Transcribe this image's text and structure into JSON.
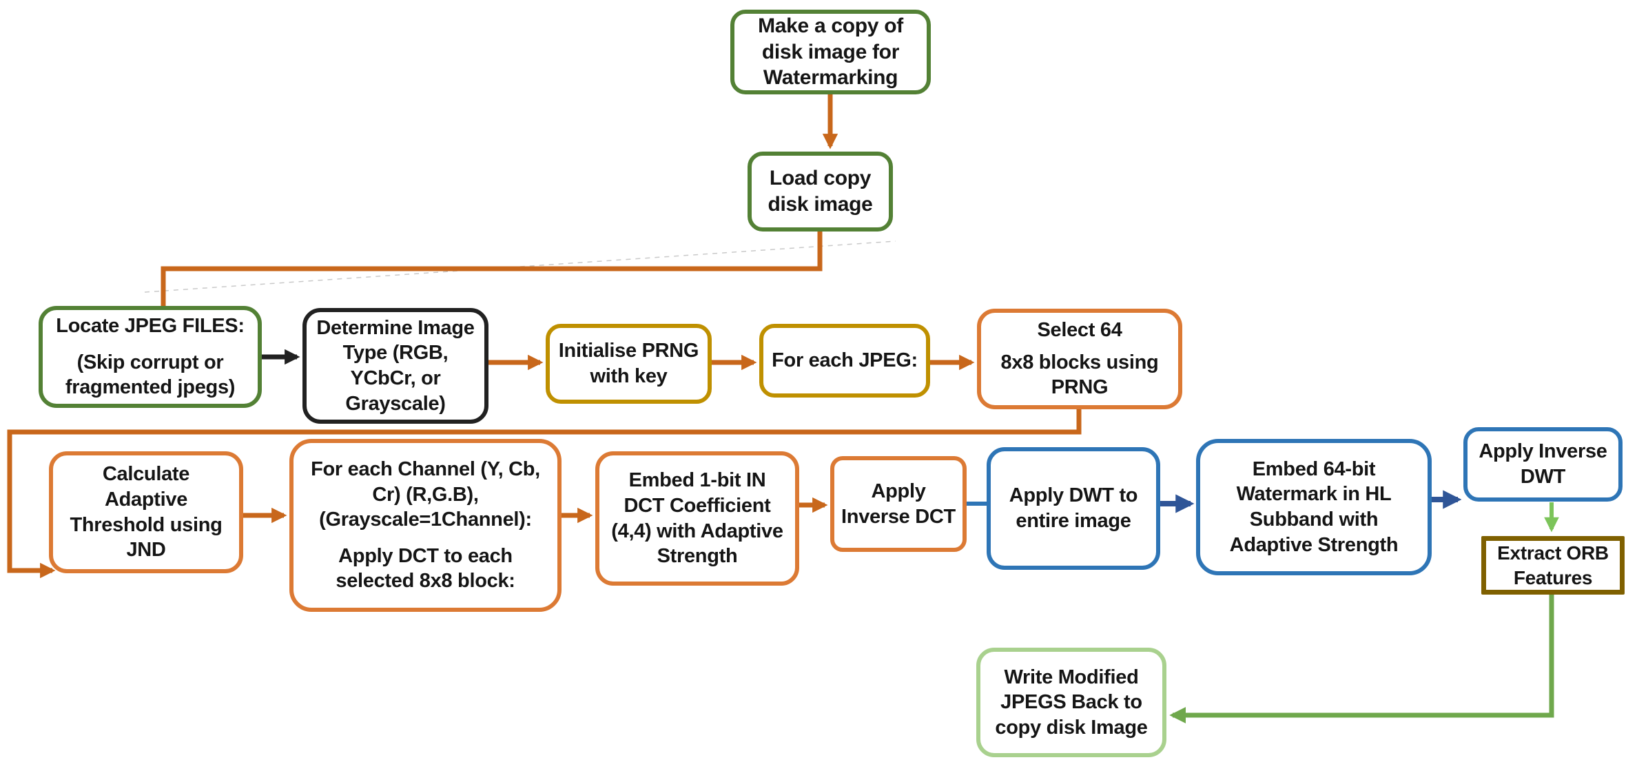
{
  "colors": {
    "green": "#538135",
    "light_green": "#A9D18E",
    "orange_box": "#DC7A34",
    "orange_arrow": "#C8671B",
    "gold": "#BF9000",
    "black": "#212121",
    "blue": "#2E75B6",
    "navy_arrow": "#2F5597",
    "olive": "#7F6000",
    "green_arrow_light": "#7CC45A",
    "green_arrow": "#6FA84C",
    "stray_line": "#c9c9c9",
    "text": "#151515"
  },
  "nodes": {
    "make_copy": {
      "p1": "Make a copy of disk image for Watermarking"
    },
    "load_copy": {
      "p1": "Load copy disk image"
    },
    "locate_jpeg": {
      "p1": "Locate JPEG FILES:",
      "p2": "(Skip corrupt or fragmented jpegs)"
    },
    "determine": {
      "p1": "Determine Image Type (RGB, YCbCr, or Grayscale)"
    },
    "init_prng": {
      "p1": "Initialise PRNG with key"
    },
    "for_each_jpeg": {
      "p1": "For each JPEG:"
    },
    "select_64": {
      "p1": "Select 64",
      "p2": "8x8 blocks using PRNG"
    },
    "calc_threshold": {
      "p1": "Calculate Adaptive Threshold using JND"
    },
    "for_each_channel": {
      "p1": "For each Channel (Y, Cb, Cr) (R,G.B), (Grayscale=1Channel):",
      "p2": "Apply DCT to each selected 8x8 block:"
    },
    "embed_1bit": {
      "p1": "Embed 1-bit IN DCT Coefficient (4,4) with Adaptive Strength"
    },
    "apply_idct": {
      "p1": "Apply Inverse DCT"
    },
    "apply_dwt": {
      "p1": "Apply DWT to entire image"
    },
    "embed_64bit": {
      "p1": "Embed 64-bit Watermark in HL Subband with Adaptive Strength"
    },
    "apply_idwt": {
      "p1": "Apply Inverse DWT"
    },
    "extract_orb": {
      "p1": "Extract ORB Features"
    },
    "write_modified": {
      "p1": "Write Modified JPEGS Back to copy disk Image"
    }
  },
  "edges": [
    {
      "from": "make_copy",
      "to": "load_copy",
      "color": "orange_arrow"
    },
    {
      "from": "load_copy",
      "to": "locate_jpeg",
      "color": "orange_arrow"
    },
    {
      "from": "locate_jpeg",
      "to": "determine",
      "color": "black"
    },
    {
      "from": "determine",
      "to": "init_prng",
      "color": "orange_arrow"
    },
    {
      "from": "init_prng",
      "to": "for_each_jpeg",
      "color": "orange_arrow"
    },
    {
      "from": "for_each_jpeg",
      "to": "select_64",
      "color": "orange_arrow"
    },
    {
      "from": "select_64",
      "to": "calc_threshold",
      "color": "orange_arrow"
    },
    {
      "from": "calc_threshold",
      "to": "for_each_channel",
      "color": "orange_arrow"
    },
    {
      "from": "for_each_channel",
      "to": "embed_1bit",
      "color": "orange_arrow"
    },
    {
      "from": "embed_1bit",
      "to": "apply_idct",
      "color": "orange_arrow"
    },
    {
      "from": "apply_idct",
      "to": "apply_dwt",
      "color": "blue"
    },
    {
      "from": "apply_dwt",
      "to": "embed_64bit",
      "color": "navy_arrow"
    },
    {
      "from": "embed_64bit",
      "to": "apply_idwt",
      "color": "navy_arrow"
    },
    {
      "from": "apply_idwt",
      "to": "extract_orb",
      "color": "green_arrow_light"
    },
    {
      "from": "extract_orb",
      "to": "write_modified",
      "color": "green_arrow"
    }
  ]
}
